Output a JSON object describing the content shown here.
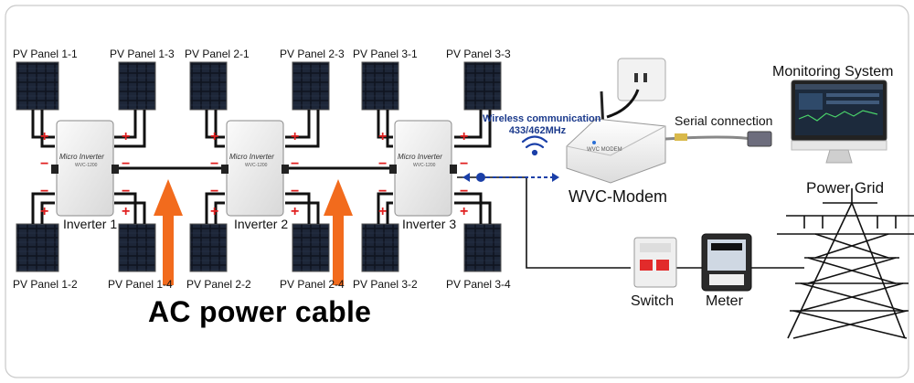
{
  "panels": [
    {
      "id": "pv-1-1",
      "label": "PV Panel 1-1"
    },
    {
      "id": "pv-1-3",
      "label": "PV Panel 1-3"
    },
    {
      "id": "pv-2-1",
      "label": "PV Panel 2-1"
    },
    {
      "id": "pv-2-3",
      "label": "PV Panel 2-3"
    },
    {
      "id": "pv-3-1",
      "label": "PV Panel 3-1"
    },
    {
      "id": "pv-3-3",
      "label": "PV Panel 3-3"
    },
    {
      "id": "pv-1-2",
      "label": "PV Panel 1-2"
    },
    {
      "id": "pv-1-4",
      "label": "PV Panel 1-4"
    },
    {
      "id": "pv-2-2",
      "label": "PV Panel 2-2"
    },
    {
      "id": "pv-2-4",
      "label": "PV Panel 2-4"
    },
    {
      "id": "pv-3-2",
      "label": "PV Panel 3-2"
    },
    {
      "id": "pv-3-4",
      "label": "PV Panel 3-4"
    }
  ],
  "inverters": [
    {
      "label": "Inverter 1",
      "device_text": "Micro Inverter",
      "model": "WVC-1200"
    },
    {
      "label": "Inverter 2",
      "device_text": "Micro Inverter",
      "model": "WVC-1200"
    },
    {
      "label": "Inverter 3",
      "device_text": "Micro Inverter",
      "model": "WVC-1200"
    }
  ],
  "wireless": {
    "line1": "Wireless communication",
    "line2": "433/462MHz"
  },
  "modem": {
    "label": "WVC-Modem",
    "brand": "WVC MODEM"
  },
  "serial": "Serial connection",
  "monitoring": "Monitoring System",
  "grid": "Power Grid",
  "switch_label": "Switch",
  "meter_label": "Meter",
  "ac_cable": "AC power cable",
  "colors": {
    "ac_arrow": "#f26b1d",
    "wireless_text": "#1b3a8c",
    "wireless_link": "#1a3fa8",
    "polarity": "#e02020"
  }
}
